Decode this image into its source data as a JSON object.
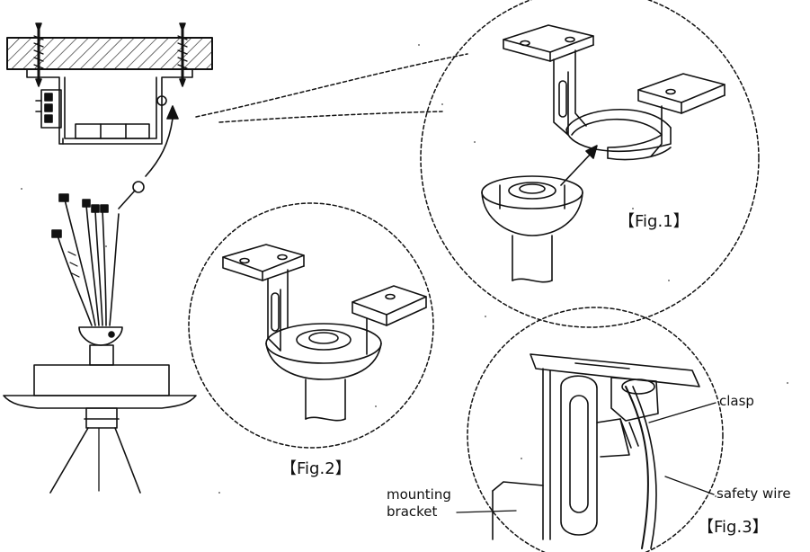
{
  "figures": {
    "fig1": "【Fig.1】",
    "fig2": "【Fig.2】",
    "fig3": "【Fig.3】"
  },
  "callouts": {
    "clasp": "clasp",
    "safety_wire": "safety wire",
    "mounting": "mounting",
    "bracket": "bracket"
  }
}
